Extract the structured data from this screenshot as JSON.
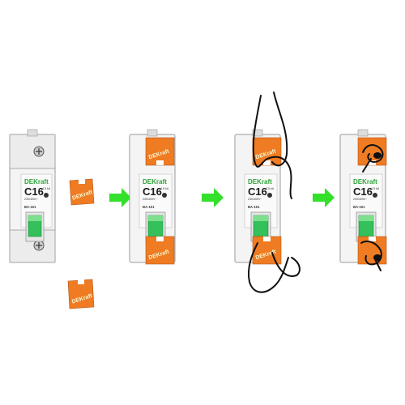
{
  "breaker": {
    "brand": "DEKraft",
    "model": "C16",
    "rating": "230/400V~",
    "series": "BA-101",
    "capacity": "4.5 kA"
  },
  "seal_cap": {
    "brand": "DEKraft"
  },
  "colors": {
    "breaker_body": "#f4f4f4",
    "breaker_outline": "#9a9a9a",
    "seal_cap": "#ef7b22",
    "handle": "#34c05a",
    "arrow": "#33e02a",
    "wire": "#111111"
  }
}
